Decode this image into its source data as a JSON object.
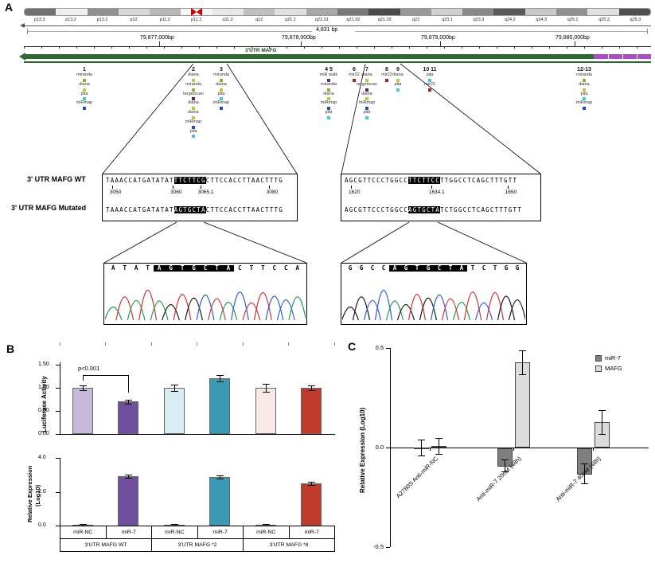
{
  "panels": {
    "a": "A",
    "b": "B",
    "c": "C"
  },
  "panel_a": {
    "ideogram": {
      "bands": [
        {
          "label": "p13.3",
          "shade": "#707070"
        },
        {
          "label": "p13.2",
          "shade": "#f0f0f0"
        },
        {
          "label": "p13.1",
          "shade": "#909090"
        },
        {
          "label": "p12",
          "shade": "#d8d8d8"
        },
        {
          "label": "p11.2",
          "shade": "#b8b8b8"
        },
        {
          "label": "p11.1",
          "shade": "#f5f5f5"
        },
        {
          "label": "q11.2",
          "shade": "#e8e8e8"
        },
        {
          "label": "q12",
          "shade": "#c0c0c0"
        },
        {
          "label": "q21.1",
          "shade": "#e0e0e0"
        },
        {
          "label": "q21.31",
          "shade": "#a8a8a8"
        },
        {
          "label": "q21.32",
          "shade": "#787878"
        },
        {
          "label": "q21.33",
          "shade": "#4a4a4a"
        },
        {
          "label": "q22",
          "shade": "#989898"
        },
        {
          "label": "q23.1",
          "shade": "#d0d0d0"
        },
        {
          "label": "q23.3",
          "shade": "#888888"
        },
        {
          "label": "q24.2",
          "shade": "#585858"
        },
        {
          "label": "q24.3",
          "shade": "#c8c8c8"
        },
        {
          "label": "q25.1",
          "shade": "#909090"
        },
        {
          "label": "q25.2",
          "shade": "#e0e0e0"
        },
        {
          "label": "q25.3",
          "shade": "#505050"
        }
      ],
      "centromere_color": "#cc0000"
    },
    "scale_span": "4,831 bp",
    "coords": [
      "79,877,000bp",
      "79,878,000bp",
      "79,879,000bp",
      "79,880,000bp"
    ],
    "track_label": "3'UTR MAFG",
    "track_color": "#2e6b2e",
    "track_end_color": "#a94fc2",
    "tool_colors": {
      "miranda": "#9aa832",
      "diana": "#b8cc3a",
      "targetscan": "#5c1f66",
      "pita": "#45c8d0",
      "miRmap": "#2b4bc0",
      "miR walk": "#5b2d8e",
      "mir22": "#aa2222"
    },
    "sites": [
      {
        "num": "1",
        "x": 106,
        "tools": [
          "miranda",
          "diana",
          "pita",
          "miRmap"
        ]
      },
      {
        "num": "2",
        "x": 243,
        "tools": [
          "diana",
          "miranda",
          "targetscan",
          "diana",
          "diana",
          "miRmap",
          "pita"
        ]
      },
      {
        "num": "3",
        "x": 278,
        "tools": [
          "miranda",
          "diana",
          "pita",
          "miRmap"
        ]
      },
      {
        "num": "4 5",
        "x": 413,
        "tools": [
          "miR walk",
          "miranda",
          "diana",
          "miRmap",
          "pita"
        ]
      },
      {
        "num": "6",
        "x": 445,
        "tools": [
          "mir22"
        ]
      },
      {
        "num": "7",
        "x": 461,
        "tools": [
          "diana",
          "targetscan",
          "diana",
          "miRmap",
          "pita"
        ]
      },
      {
        "num": "8",
        "x": 486,
        "tools": [
          "mir22"
        ]
      },
      {
        "num": "9",
        "x": 500,
        "tools": [
          "diana",
          "pita"
        ]
      },
      {
        "num": "10 11",
        "x": 540,
        "tools": [
          "pita",
          "mir22"
        ]
      },
      {
        "num": "12-13",
        "x": 734,
        "tools": [
          "miranda",
          "diana",
          "pita",
          "miRmap"
        ]
      }
    ],
    "wt_row_label": "3' UTR MAFG WT",
    "mut_row_label": "3' UTR MAFG Mutated",
    "alignments": [
      {
        "wt_pre": "TAAACCATGATATAT",
        "wt_site": "TTCTTCG",
        "wt_post": "CTTCCACCTTAACTTTG",
        "coords": [
          "3050",
          "3060",
          "3065.1",
          "3080"
        ],
        "mut_pre": "TAAACCATGATATAT",
        "mut_site": "AGTGCTA",
        "mut_post": "CTTCCACCTTAACTTTG"
      },
      {
        "wt_pre": "AGCGTTCCCTGGCC",
        "wt_site": "TTCTTCC",
        "wt_post": "TTGGCCTCAGCTTTGTT",
        "coords": [
          "1620",
          "1634.1",
          "1650"
        ],
        "mut_pre": "AGCGTTCCCTGGCC",
        "mut_site": "AGTGCTA",
        "mut_post": "TCTGGCCTCAGCTTTGTT"
      }
    ],
    "chromatograms": [
      {
        "sequence": "ATATAGTGCTACTTCCA",
        "highlight": [
          4,
          11
        ]
      },
      {
        "sequence": "GGCCAGTGCTATCTGG",
        "highlight": [
          4,
          11
        ]
      }
    ],
    "base_colors": {
      "A": "#1e9e50",
      "C": "#2b5fd9",
      "G": "#1a1a1a",
      "T": "#d23333"
    }
  },
  "chart_data": [
    {
      "id": "panel-b-luciferase",
      "type": "bar",
      "ylabel": "Luciferase Activity",
      "ylim": [
        0,
        1.5
      ],
      "yticks": [
        "1.50",
        "1.00",
        "0.50",
        "0.00"
      ],
      "ytick_values": [
        1.5,
        1.0,
        0.5,
        0.0
      ],
      "categories": [
        "miR-NC",
        "miR-7",
        "miR-NC",
        "miR-7",
        "miR-NC",
        "miR-7"
      ],
      "groups": [
        "3'UTR MAFG WT",
        "3'UTR MAFG *2",
        "3'UTR MAFG *8"
      ],
      "values": [
        1.0,
        0.7,
        1.0,
        1.2,
        1.0,
        1.0
      ],
      "errors": [
        0.06,
        0.05,
        0.07,
        0.07,
        0.08,
        0.06
      ],
      "bar_colors": [
        "#c8b9da",
        "#6f4f9e",
        "#d9ebf3",
        "#3a9ab5",
        "#f8e8e8",
        "#bf3a2b"
      ],
      "annotation": "p<0.001",
      "grid": false,
      "legend": "none"
    },
    {
      "id": "panel-b-expression",
      "type": "bar",
      "ylabel_lines": [
        "Relative Expression",
        "(Log10)"
      ],
      "ylim": [
        0,
        4
      ],
      "yticks": [
        "4.0",
        "2.0",
        "0.0"
      ],
      "ytick_values": [
        4,
        2,
        0
      ],
      "categories": [
        "miR-NC",
        "miR-7",
        "miR-NC",
        "miR-7",
        "miR-NC",
        "miR-7"
      ],
      "groups": [
        "3'UTR MAFG WT",
        "3'UTR MAFG *2",
        "3'UTR MAFG *8"
      ],
      "values": [
        0.02,
        2.9,
        0.02,
        2.85,
        0.02,
        2.5
      ],
      "errors": [
        0.02,
        0.06,
        0.02,
        0.06,
        0.02,
        0.06
      ],
      "bar_colors": [
        "#c8b9da",
        "#6f4f9e",
        "#d9ebf3",
        "#3a9ab5",
        "#f8e8e8",
        "#bf3a2b"
      ],
      "grid": false,
      "legend": "none"
    },
    {
      "id": "panel-c-antimir",
      "type": "grouped-bar",
      "ylabel": "Relative Expression (Log10)",
      "ylim": [
        -0.5,
        0.5
      ],
      "yticks": [
        "0.5",
        "0.0",
        "-0.5"
      ],
      "ytick_values": [
        0.5,
        0,
        -0.5
      ],
      "categories": [
        "A2780S Anti-miR-NC",
        "Anti-miR-7 20nM (48h)",
        "Anti-miR-7 40nM (48h)"
      ],
      "series": [
        {
          "name": "miR-7",
          "color": "#7f7f7f",
          "values": [
            0.0,
            -0.09,
            -0.13
          ],
          "errors": [
            0.04,
            0.03,
            0.05
          ]
        },
        {
          "name": "MAFG",
          "color": "#dcdcdc",
          "values": [
            0.01,
            0.43,
            0.13
          ],
          "errors": [
            0.04,
            0.06,
            0.06
          ]
        }
      ],
      "legend_position": "top-right",
      "grid": false
    }
  ]
}
